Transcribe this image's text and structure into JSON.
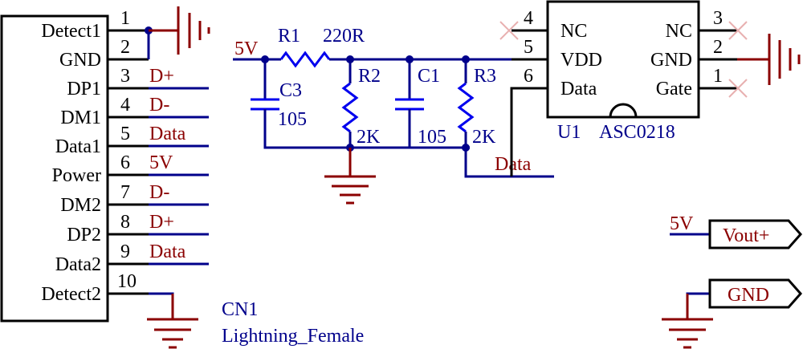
{
  "colors": {
    "wire": "#00008b",
    "component": "#0000ee",
    "net_label": "#8b0000",
    "outline": "#000000",
    "no_connect": "#e8b0b0"
  },
  "cn1": {
    "designator": "CN1",
    "part": "Lightning_Female",
    "pins": [
      {
        "num": "1",
        "name": "Detect1",
        "net": ""
      },
      {
        "num": "2",
        "name": "GND",
        "net": ""
      },
      {
        "num": "3",
        "name": "DP1",
        "net": "D+"
      },
      {
        "num": "4",
        "name": "DM1",
        "net": "D-"
      },
      {
        "num": "5",
        "name": "Data1",
        "net": "Data"
      },
      {
        "num": "6",
        "name": "Power",
        "net": "5V"
      },
      {
        "num": "7",
        "name": "DM2",
        "net": "D-"
      },
      {
        "num": "8",
        "name": "DP2",
        "net": "D+"
      },
      {
        "num": "9",
        "name": "Data2",
        "net": "Data"
      },
      {
        "num": "10",
        "name": "Detect2",
        "net": ""
      }
    ]
  },
  "power_net": "5V",
  "r1": {
    "designator": "R1",
    "value": "220R"
  },
  "r2": {
    "designator": "R2",
    "value": "2K"
  },
  "r3": {
    "designator": "R3",
    "value": "2K"
  },
  "c1": {
    "designator": "C1",
    "value": "105"
  },
  "c3": {
    "designator": "C3",
    "value": "105"
  },
  "data_net": "Data",
  "u1": {
    "designator": "U1",
    "part": "ASC0218",
    "left_pins": [
      {
        "num": "4",
        "name": "NC"
      },
      {
        "num": "5",
        "name": "VDD"
      },
      {
        "num": "6",
        "name": "Data"
      }
    ],
    "right_pins": [
      {
        "num": "3",
        "name": "NC"
      },
      {
        "num": "2",
        "name": "GND"
      },
      {
        "num": "1",
        "name": "Gate"
      }
    ]
  },
  "ports": {
    "vout": {
      "net": "5V",
      "label": "Vout+"
    },
    "gnd": {
      "label": "GND"
    }
  }
}
